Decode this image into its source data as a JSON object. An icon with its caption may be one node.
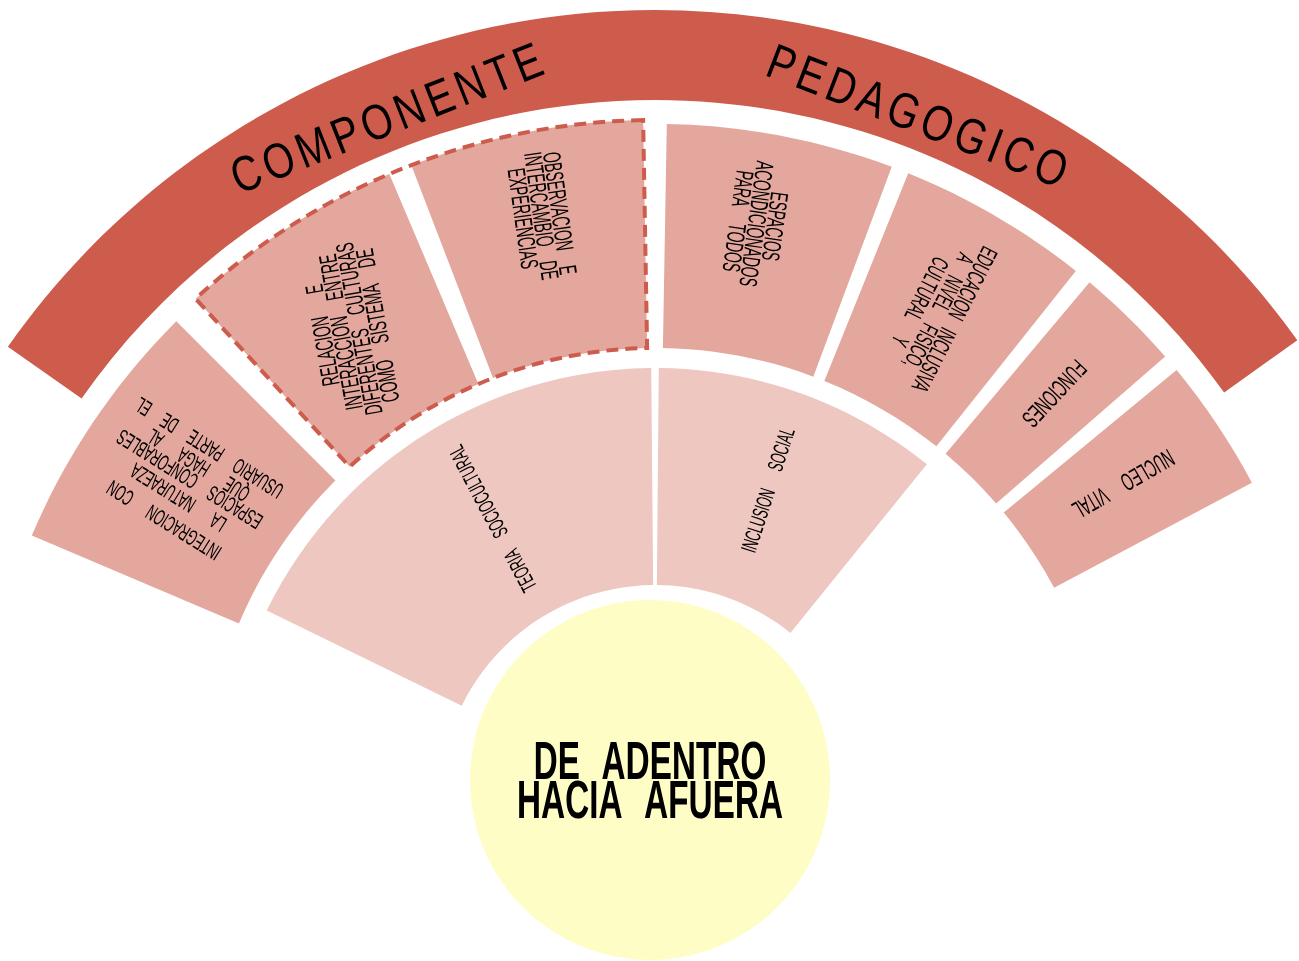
{
  "diagram": {
    "nodes": [
      {
        "text": [
          "COMPONENTE",
          "PEDAGOGICO"
        ]
      },
      {
        "text": [
          "INTEGRACION CON LA NATURAEZA",
          "ESPACIOS CONFORABLES QUE HAGA AL USUARIO PARTE DE EL"
        ]
      },
      {
        "text": [],
        "shape": "box"
      },
      {
        "text": [
          "RELACION E INTERACCION ENTRE DIFERENTES CULTURAS COMO SISTEMA DE"
        ],
        "in": 2
      },
      {
        "text": [
          "OBSERVACION E INTERCAMBIO DE EXPERIENCIAS"
        ],
        "in": 2
      },
      {
        "text": [
          "ESPACIOS ACONDICIONADOS PARA TODOS"
        ]
      },
      {
        "text": [
          "EDUCACION INCLUSIVA A NIVEL FISICO, CULTURAL Y"
        ]
      },
      {
        "text": [
          "FUNCIONES"
        ]
      },
      {
        "text": [
          "NUCLEO VITAL"
        ]
      },
      {
        "text": [
          "TEORIA SOCIOCULTURAL"
        ]
      },
      {
        "text": [
          "INCLUSION SOCIAL"
        ]
      },
      {
        "text": [
          "DE ADENTRO HACIA AFUERA"
        ]
      }
    ]
  }
}
